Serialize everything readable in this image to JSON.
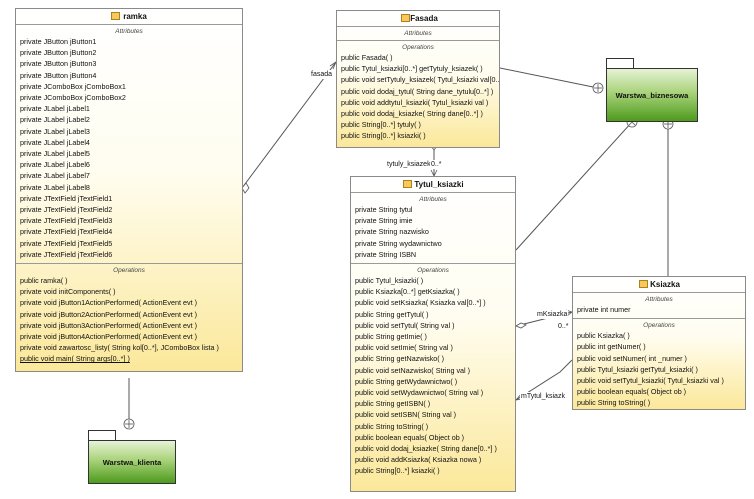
{
  "classes": {
    "ramka": {
      "name": "ramka",
      "attributes_title": "Attributes",
      "attributes": [
        "private JButton jButton1",
        "private JButton jButton2",
        "private JButton jButton3",
        "private JButton jButton4",
        "private JComboBox jComboBox1",
        "private JComboBox jComboBox2",
        "private JLabel jLabel1",
        "private JLabel jLabel2",
        "private JLabel jLabel3",
        "private JLabel jLabel4",
        "private JLabel jLabel5",
        "private JLabel jLabel6",
        "private JLabel jLabel7",
        "private JLabel jLabel8",
        "private JTextField jTextField1",
        "private JTextField jTextField2",
        "private JTextField jTextField3",
        "private JTextField jTextField4",
        "private JTextField jTextField5",
        "private JTextField jTextField6"
      ],
      "operations_title": "Operations",
      "operations": [
        "public ramka( )",
        "private void initComponents( )",
        "private void jButton1ActionPerformed( ActionEvent evt )",
        "private void jButton2ActionPerformed( ActionEvent evt )",
        "private void jButton3ActionPerformed( ActionEvent evt )",
        "private void jButton4ActionPerformed( ActionEvent evt )",
        "private void zawartosc_listy( String kol[0..*], JComboBox lista )",
        "public void main( String args[0..*] )"
      ]
    },
    "fasada": {
      "name": "Fasada",
      "attributes_title": "Attributes",
      "attributes": [],
      "operations_title": "Operations",
      "operations": [
        "public Fasada( )",
        "public Tytul_ksiazki[0..*] getTytuly_ksiazek( )",
        "public void setTytuly_ksiazek( Tytul_ksiazki val[0..*] )",
        "public void dodaj_tytul( String dane_tytulu[0..*] )",
        "public void addtytul_ksiazki( Tytul_ksiazki val )",
        "public void dodaj_ksiazke( String dane[0..*] )",
        "public String[0..*] tytuly( )",
        "public String[0..*] ksiazki( )"
      ]
    },
    "tytul": {
      "name": "Tytul_ksiazki",
      "attributes_title": "Attributes",
      "attributes": [
        "private String tytul",
        "private String imie",
        "private String nazwisko",
        "private String wydawnictwo",
        "private String ISBN"
      ],
      "operations_title": "Operations",
      "operations": [
        "public Tytul_ksiazki( )",
        "public Ksiazka[0..*] getKsiazka( )",
        "public void setKsiazka( Ksiazka val[0..*] )",
        "public String getTytul( )",
        "public void setTytul( String val )",
        "public String getImie( )",
        "public void setImie( String val )",
        "public String getNazwisko( )",
        "public void setNazwisko( String val )",
        "public String getWydawnictwo( )",
        "public void setWydawnictwo( String val )",
        "public String getISBN( )",
        "public void setISBN( String val )",
        "public String toString( )",
        "public boolean equals( Object ob )",
        "public void dodaj_ksiazke( String dane[0..*] )",
        "public void addKsiazka( Ksiazka nowa )",
        "public String[0..*] ksiazki( )"
      ]
    },
    "ksiazka": {
      "name": "Ksiazka",
      "attributes_title": "Attributes",
      "attributes": [
        "private int numer"
      ],
      "operations_title": "Operations",
      "operations": [
        "public Ksiazka( )",
        "public int getNumer( )",
        "public void setNumer( int _numer )",
        "public Tytul_ksiazki getTytul_ksiazki( )",
        "public void setTytul_ksiazki( Tytul_ksiazki val )",
        "public boolean equals( Object ob )",
        "public String toString( )"
      ]
    }
  },
  "packages": {
    "biznes": "Warstwa_biznesowa",
    "klient": "Warstwa_klienta"
  },
  "labels": {
    "fasada": "fasada",
    "tytuly": "tytuly_ksiazek",
    "tytuly_mult": "0..*",
    "mKsiazka": "mKsiazka",
    "mKsiazka_mult": "0..*",
    "mTytul": "mTytul_ksiazk"
  },
  "colors": {
    "class_fill": "#fbe89a",
    "class_icon": "#f7c85a",
    "package_fill": "#4e9a1e"
  }
}
